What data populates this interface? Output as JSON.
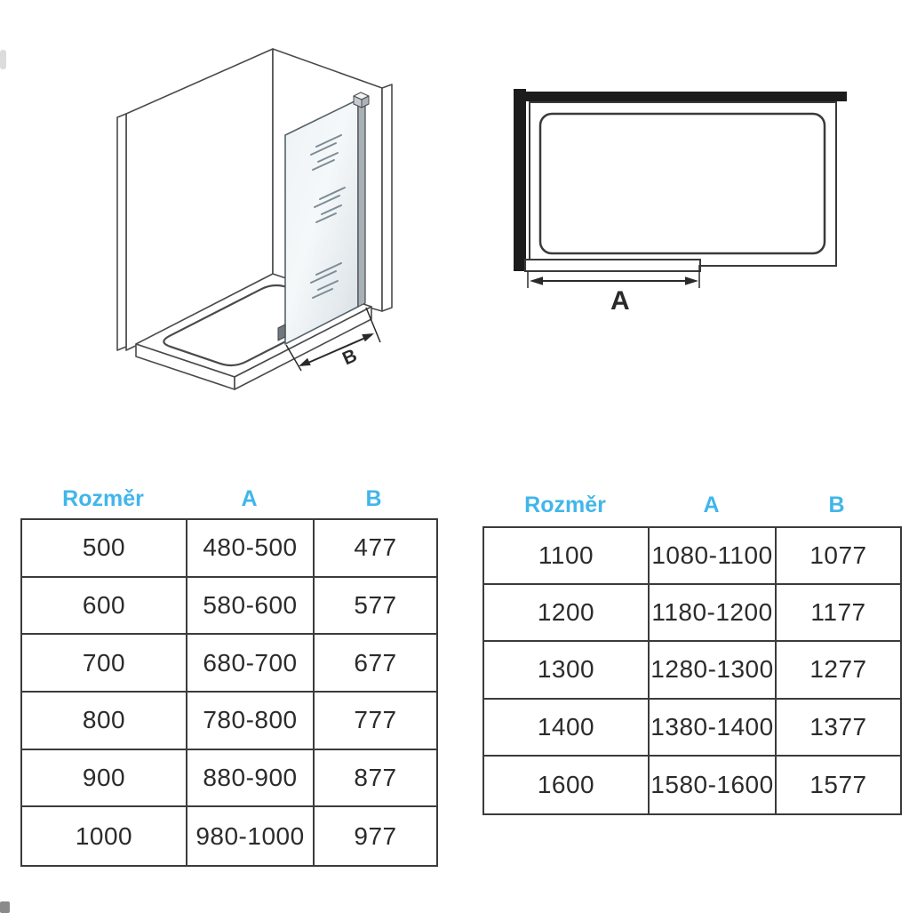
{
  "colors": {
    "header_blue": "#41b6ea",
    "table_border": "#3b3b3b",
    "cell_text": "#2b2b2b",
    "wall_black": "#1c1c1c",
    "glass_fill_light": "#f5f8f9",
    "glass_fill_dark": "#dbe3e8",
    "glass_edge_profile": "#a8b1b7"
  },
  "diagrams": {
    "iso_view": {
      "description": "3D isometric drawing of walk-in shower glass screen on tray between two walls",
      "dim_label": "B"
    },
    "plan_view": {
      "description": "Top plan view of shower tray with wall and glass screen",
      "dim_label": "A"
    }
  },
  "tables": [
    {
      "headers": [
        "Rozměr",
        "A",
        "B"
      ],
      "rows": [
        [
          "500",
          "480-500",
          "477"
        ],
        [
          "600",
          "580-600",
          "577"
        ],
        [
          "700",
          "680-700",
          "677"
        ],
        [
          "800",
          "780-800",
          "777"
        ],
        [
          "900",
          "880-900",
          "877"
        ],
        [
          "1000",
          "980-1000",
          "977"
        ]
      ]
    },
    {
      "headers": [
        "Rozměr",
        "A",
        "B"
      ],
      "rows": [
        [
          "1100",
          "1080-1100",
          "1077"
        ],
        [
          "1200",
          "1180-1200",
          "1177"
        ],
        [
          "1300",
          "1280-1300",
          "1277"
        ],
        [
          "1400",
          "1380-1400",
          "1377"
        ],
        [
          "1600",
          "1580-1600",
          "1577"
        ]
      ]
    }
  ]
}
